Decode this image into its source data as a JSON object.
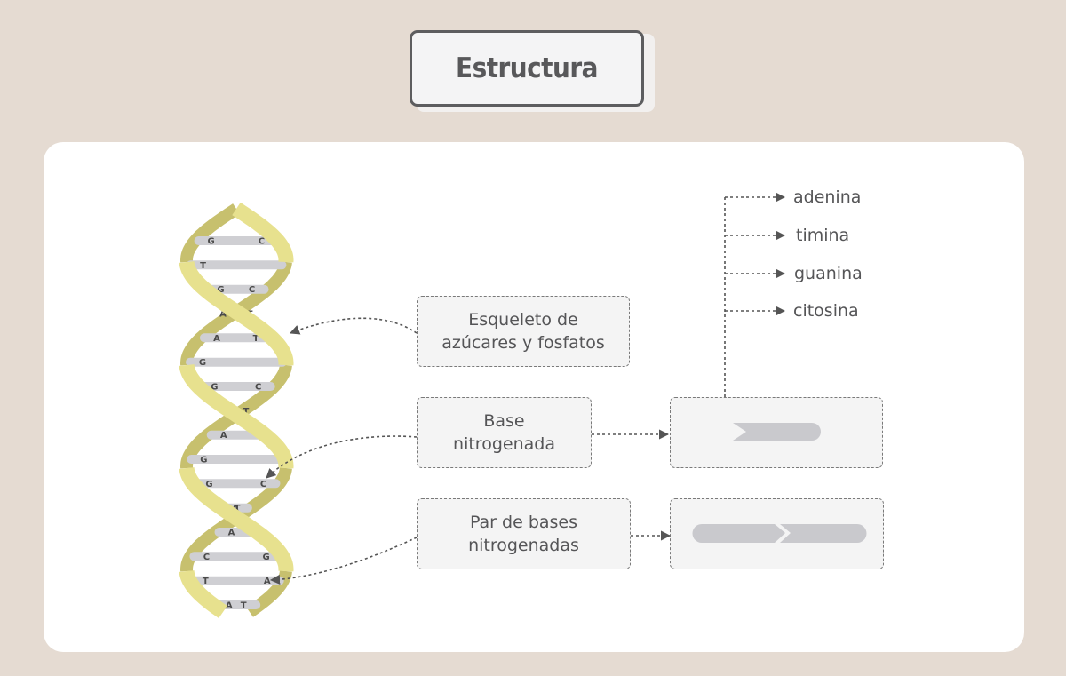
{
  "title": "Estructura",
  "labels": {
    "backbone": "Esqueleto de\nazúcares y fosfatos",
    "base": "Base\nnitrogenada",
    "pair": "Par de bases\nnitrogenadas"
  },
  "bases": [
    "adenina",
    "timina",
    "guanina",
    "citosina"
  ],
  "dna_rungs": [
    {
      "left": "G",
      "right": "C"
    },
    {
      "left": "T",
      "right": ""
    },
    {
      "left": "G",
      "right": "C"
    },
    {
      "left": "T",
      "right": "A"
    },
    {
      "left": "A",
      "right": "T"
    },
    {
      "left": "G",
      "right": ""
    },
    {
      "left": "G",
      "right": "C"
    },
    {
      "left": "T",
      "right": "A"
    },
    {
      "left": "A",
      "right": ""
    },
    {
      "left": "G",
      "right": ""
    },
    {
      "left": "G",
      "right": "C"
    },
    {
      "left": "T",
      "right": "A"
    },
    {
      "left": "A",
      "right": ""
    },
    {
      "left": "C",
      "right": "G"
    },
    {
      "left": "T",
      "right": "A"
    },
    {
      "left": "A",
      "right": "T"
    }
  ],
  "colors": {
    "background": "#e5dbd2",
    "panel": "#ffffff",
    "strand_front": "#e7e18e",
    "strand_back": "#c7c06e",
    "rung": "#cfcfd3",
    "connector": "#555555"
  }
}
